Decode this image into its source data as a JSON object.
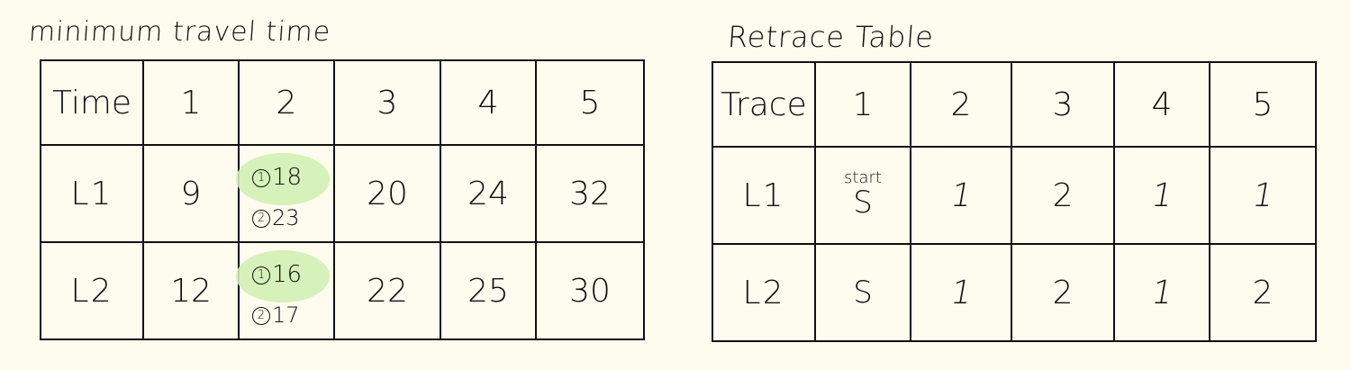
{
  "travel_time": {
    "title": "minimum travel time",
    "header": [
      "Time",
      "1",
      "2",
      "3",
      "4",
      "5"
    ],
    "rows": [
      {
        "label": "L1",
        "cells": [
          "9",
          null,
          "20",
          "24",
          "32"
        ],
        "station2": {
          "opt1_num": "1",
          "opt1_val": "18",
          "opt2_num": "2",
          "opt2_val": "23"
        }
      },
      {
        "label": "L2",
        "cells": [
          "12",
          null,
          "22",
          "25",
          "30"
        ],
        "station2": {
          "opt1_num": "1",
          "opt1_val": "16",
          "opt2_num": "2",
          "opt2_val": "17"
        }
      }
    ],
    "highlight_color": "#d2efb2"
  },
  "retrace": {
    "title": "Retrace Table",
    "header": [
      "Trace",
      "1",
      "2",
      "3",
      "4",
      "5"
    ],
    "rows": [
      {
        "label": "L1",
        "start_label": "start",
        "start_value": "S",
        "cells": [
          "1",
          "2",
          "1",
          "1"
        ]
      },
      {
        "label": "L2",
        "start_value": "S",
        "cells": [
          "1",
          "2",
          "1",
          "2"
        ]
      }
    ]
  }
}
